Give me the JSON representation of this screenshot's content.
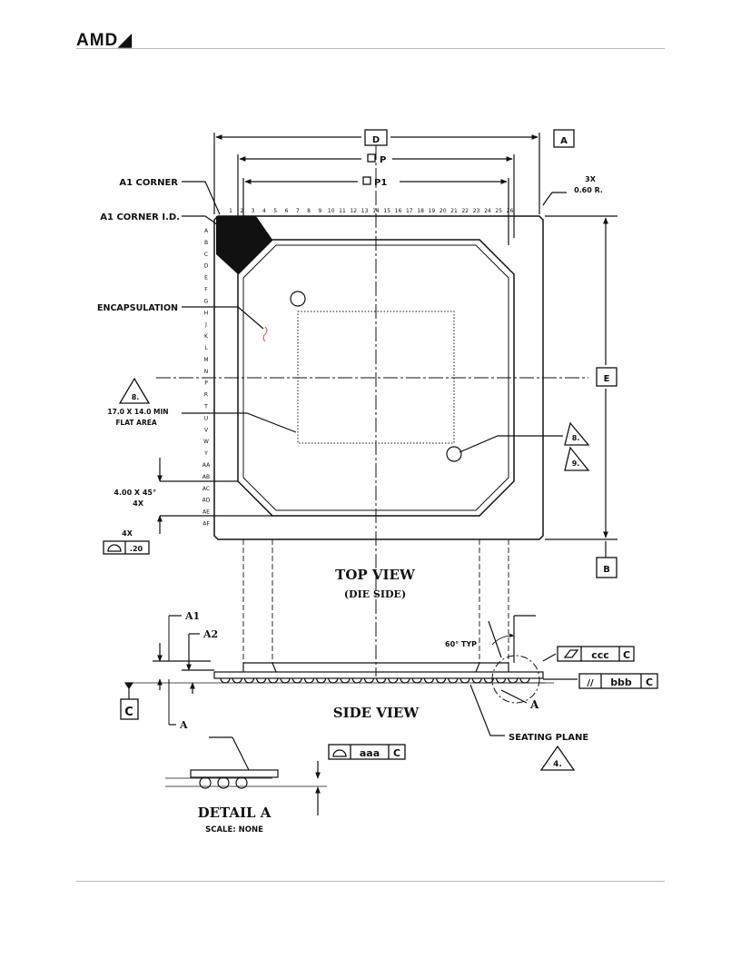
{
  "header": {
    "logo_text": "AMD"
  },
  "top_view": {
    "dimension_d": "D",
    "dimension_p": "P",
    "dimension_p1": "P1",
    "dimension_e": "E",
    "datum_a": "A",
    "datum_b": "B",
    "corner_radius_count": "3X",
    "corner_radius": "0.60 R.",
    "a1_corner": "A1 CORNER",
    "a1_corner_id": "A1 CORNER I.D.",
    "encapsulation": "ENCAPSULATION",
    "note_8_top": "8.",
    "flat_area_line1": "17.0 X 14.0 MIN",
    "flat_area_line2": "FLAT AREA",
    "chamfer_line1": "4.00 X 45°",
    "chamfer_line2": "4X",
    "profile_count": "4X",
    "profile_value": ".20",
    "note_8_right": "8.",
    "note_9_right": "9.",
    "title": "TOP VIEW",
    "subtitle": "(DIE SIDE)",
    "columns": [
      "1",
      "2",
      "3",
      "4",
      "5",
      "6",
      "7",
      "8",
      "9",
      "10",
      "11",
      "12",
      "13",
      "14",
      "15",
      "16",
      "17",
      "18",
      "19",
      "20",
      "21",
      "22",
      "23",
      "24",
      "25",
      "26"
    ],
    "rows": [
      "A",
      "B",
      "C",
      "D",
      "E",
      "F",
      "G",
      "H",
      "J",
      "K",
      "L",
      "M",
      "N",
      "P",
      "R",
      "T",
      "U",
      "V",
      "W",
      "Y",
      "AA",
      "AB",
      "AC",
      "AD",
      "AE",
      "AF"
    ]
  },
  "side_view": {
    "a1": "A1",
    "a2": "A2",
    "a": "A",
    "datum_c": "C",
    "angle": "60° TYP",
    "flatness_value": "ccc",
    "flatness_datum": "C",
    "parallel_symbol": "//",
    "parallel_value": "bbb",
    "parallel_datum": "C",
    "detail_callout": "A",
    "title": "SIDE VIEW",
    "seating_plane": "SEATING PLANE",
    "note_4": "4."
  },
  "detail_a": {
    "profile_value": "aaa",
    "profile_datum": "C",
    "title": "DETAIL A",
    "scale": "SCALE: NONE"
  }
}
